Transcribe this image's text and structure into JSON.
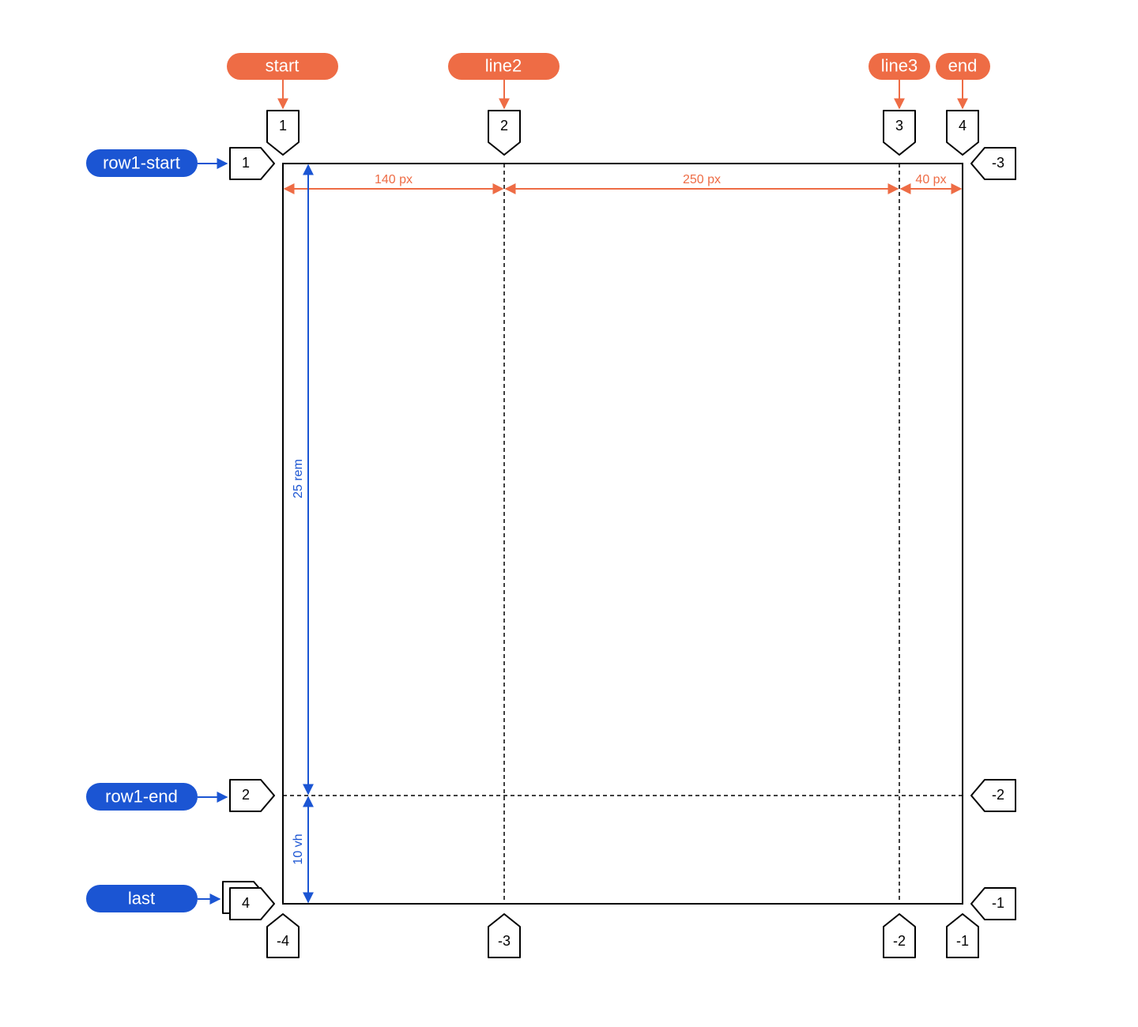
{
  "colors": {
    "orange": "#ee6c45",
    "blue": "#1b55d3",
    "grid": "#000000"
  },
  "column_names": [
    "start",
    "line2",
    "line3",
    "end"
  ],
  "row_names": [
    "row1-start",
    "row1-end",
    "last"
  ],
  "column_lines_positive": [
    "1",
    "2",
    "3",
    "4"
  ],
  "column_lines_negative": [
    "-4",
    "-3",
    "-2",
    "-1"
  ],
  "row_lines_positive": [
    "1",
    "2",
    "4"
  ],
  "row_lines_negative": [
    "-3",
    "-2",
    "-1"
  ],
  "column_sizes": [
    "140 px",
    "250 px",
    "40 px"
  ],
  "row_sizes": [
    "25 rem",
    "10 vh"
  ]
}
